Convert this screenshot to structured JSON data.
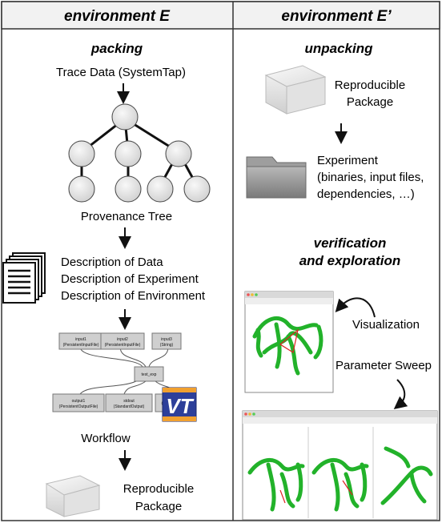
{
  "left": {
    "header": "environment E",
    "subheader": "packing",
    "trace_label": "Trace Data (SystemTap)",
    "tree_label": "Provenance Tree",
    "descriptions": [
      "Description of Data",
      "Description of Experiment",
      "Description of Environment"
    ],
    "workflow_modules": {
      "top": [
        "input1",
        "input2",
        "input3"
      ],
      "top_sub": [
        "(PersistentInputFile)",
        "(PersistentInputFile)",
        "(String)"
      ],
      "middle": "test_exp",
      "bottom": [
        "output1",
        "stdout",
        "(S"
      ],
      "bottom_sub": [
        "(PersistentOutputFile)",
        "(StandardOutput)",
        ""
      ]
    },
    "vt_logo_text": "VT",
    "workflow_label": "Workflow",
    "package_label": [
      "Reproducible",
      "Package"
    ]
  },
  "right": {
    "header": "environment E’",
    "subheader": "unpacking",
    "package_label": [
      "Reproducible",
      "Package"
    ],
    "experiment_label": [
      "Experiment",
      "(binaries, input files,",
      "dependencies, …)"
    ],
    "verification_title": [
      "verification",
      "and exploration"
    ],
    "visualization_label": "Visualization",
    "sweep_label": "Parameter Sweep"
  },
  "colors": {
    "border": "#333333",
    "header_bg": "#f2f2f2",
    "tree_node_fill": "#e6e6e6",
    "molecule_green": "#22b22a",
    "vt_blue": "#2d3f9a",
    "vt_orange": "#f0a030"
  }
}
